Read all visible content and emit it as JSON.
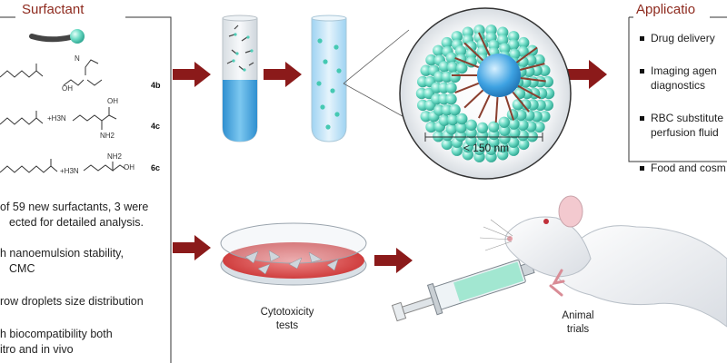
{
  "surfactant": {
    "title": "Surfactant",
    "compounds": [
      {
        "id": "4b",
        "cation_label": "N",
        "hydroxyl_label": "OH"
      },
      {
        "id": "4c",
        "amine_label": "+H3N",
        "nh2_label": "NH2",
        "oh_label": "OH"
      },
      {
        "id": "6c",
        "amine_label": "+H3N",
        "nh2_label": "NH2",
        "oh_label": "OH"
      }
    ],
    "notes": [
      "of 59 new surfactants, 3 were",
      "ected for detailed analysis.",
      "h nanoemulsion stability,",
      "CMC",
      "row droplets size distribution",
      "h biocompatibility both",
      "itro and in vivo"
    ]
  },
  "nanoparticle": {
    "scale_label": "< 150 nm"
  },
  "applications": {
    "title": "Applicatio",
    "items": [
      [
        "Drug delivery"
      ],
      [
        "Imaging agen",
        "diagnostics"
      ],
      [
        "RBC substitute",
        "perfusion fluid"
      ],
      [
        "Food and cosm"
      ]
    ]
  },
  "steps": {
    "cytotoxicity": [
      "Cytotoxicity",
      "tests"
    ],
    "animal": [
      "Animal",
      "trials"
    ]
  },
  "colors": {
    "title": "#8e2a1e",
    "arrow": "#8b1a1a",
    "teal": "#5fd3c0",
    "blue": "#3aa0dc",
    "dish_red": "#d84a4a"
  }
}
